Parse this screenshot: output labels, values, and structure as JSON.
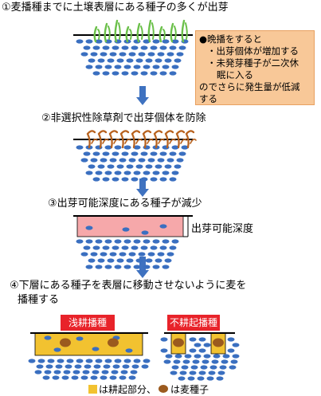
{
  "steps": {
    "s1": "①麦播種までに土壌表層にある種子の多くが出芽",
    "s2": "②非選択性除草剤で出芽個体を防除",
    "s3": "③出芽可能深度にある種子が減少",
    "s4_line1": "④下層にある種子を表層に移動させないように麦を",
    "s4_line2": "播種する"
  },
  "note": {
    "l1": "●晩播をすると",
    "l2": "・出芽個体が増加する",
    "l3": "・未発芽種子が二次休",
    "l4": "眠に入る",
    "l5": "のでさらに発生量が低減",
    "l6": "する"
  },
  "depth_label": "出芽可能深度",
  "tillage": {
    "shallow": "浅耕播種",
    "notill": "不耕起播種"
  },
  "legend": {
    "text1": "は耕起部分、",
    "text2": "は麦種子"
  },
  "colors": {
    "seed": "#3a6fc0",
    "arrow": "#3f72c0",
    "sprout": "#6bc04a",
    "dead_sprout": "#b8621e",
    "depth_band": "#f6a8aa",
    "tilled": "#f2c230",
    "wheat_seed": "#9b5a1e",
    "label_red": "#e8232a",
    "note_bg": "#f8c898"
  }
}
